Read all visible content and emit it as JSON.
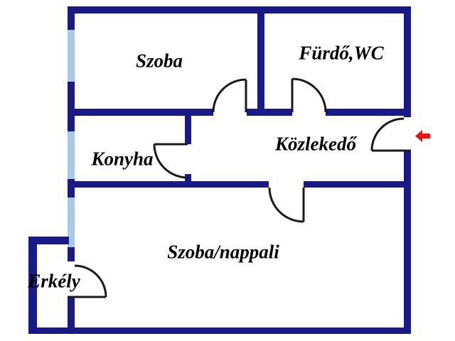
{
  "rooms": {
    "szoba": {
      "label": "Szoba"
    },
    "furdo_wc": {
      "label": "Fürdő,WC"
    },
    "konyha": {
      "label": "Konyha"
    },
    "kozlekedo": {
      "label": "Közlekedő"
    },
    "szoba_nappali": {
      "label": "Szoba/nappali"
    },
    "erkely": {
      "label": "Erkély"
    }
  },
  "icons": {
    "entrance_arrow": "arrow-left"
  },
  "colors": {
    "wall": "#191987",
    "window": "#a8c9e8",
    "door": "#1a1a1a",
    "arrow": "#ee1111",
    "background": "#ffffff"
  }
}
